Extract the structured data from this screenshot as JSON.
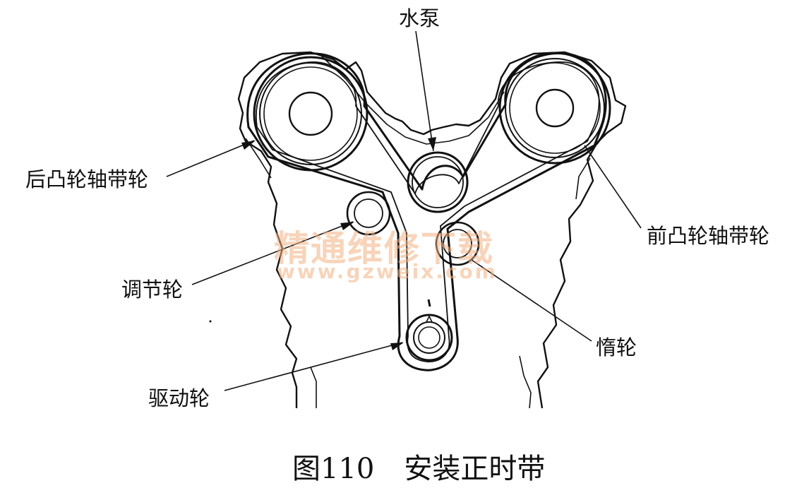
{
  "labels": {
    "water_pump": "水泵",
    "rear_cam_pulley": "后凸轮轴带轮",
    "front_cam_pulley": "前凸轮轴带轮",
    "adjuster": "调节轮",
    "idler": "惰轮",
    "drive": "驱动轮"
  },
  "watermark": {
    "title": "精通维修下载",
    "url": "www.gzweix.com",
    "color": "#f2b183"
  },
  "caption": {
    "number": "图110",
    "text": "安装正时带"
  },
  "colors": {
    "ink": "#111111",
    "background": "#ffffff"
  }
}
